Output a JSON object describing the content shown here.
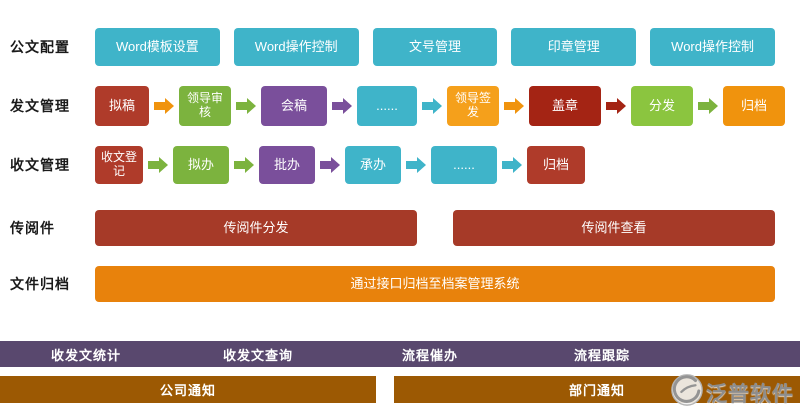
{
  "palette": {
    "teal": "#3FB4C9",
    "red": "#AF3B2A",
    "green": "#7CB33E",
    "purple": "#7A4F9B",
    "orange": "#F0930D",
    "bright_orange": "#F5A01B",
    "dark_red": "#A42414",
    "light_green": "#8BC53F",
    "circulation_red": "#A63A28",
    "archive_orange": "#E8820C",
    "stats_purple": "#59486E",
    "notice_brown": "#9C5903",
    "watermark_gray": "#8d8d8d"
  },
  "sidebar_labels": [
    "公文配置",
    "发文管理",
    "收文管理",
    "传阅件",
    "文件归档"
  ],
  "config_row": {
    "items": [
      "Word模板设置",
      "Word操作控制",
      "文号管理",
      "印章管理",
      "Word操作控制"
    ]
  },
  "outgoing_flow": {
    "steps": [
      "拟稿",
      "领导审核",
      "会稿",
      "......",
      "领导签发",
      "盖章",
      "分发",
      "归档"
    ]
  },
  "incoming_flow": {
    "steps": [
      "收文登记",
      "拟办",
      "批办",
      "承办",
      "......",
      "归档"
    ]
  },
  "circulation": {
    "items": [
      "传阅件分发",
      "传阅件查看"
    ]
  },
  "archive": {
    "label": "通过接口归档至档案管理系统"
  },
  "stats_bar": {
    "items": [
      "收发文统计",
      "收发文查询",
      "流程催办",
      "流程跟踪"
    ]
  },
  "notices": {
    "items": [
      "公司通知",
      "部门通知"
    ]
  },
  "watermark": {
    "text": "泛普软件"
  }
}
